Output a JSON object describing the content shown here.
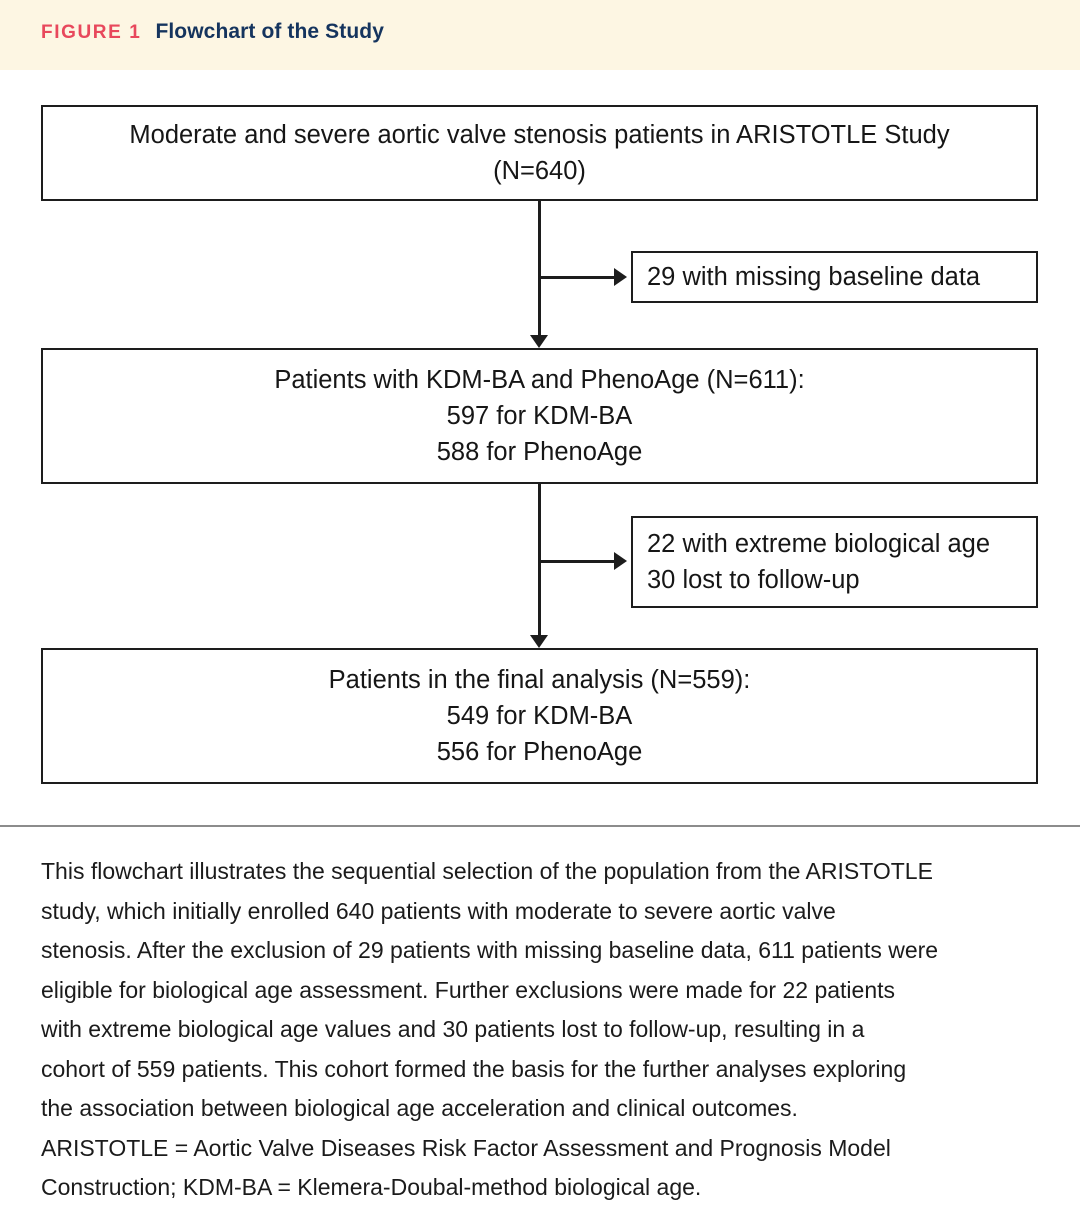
{
  "header": {
    "figure_label": "FIGURE 1",
    "figure_title": "Flowchart of the Study",
    "label_color": "#e8485c",
    "title_color": "#15345e",
    "background_color": "#fdf6e3"
  },
  "flowchart": {
    "type": "diagram",
    "orientation": "top-to-bottom",
    "stroke_color": "#1d1d1d",
    "box_fill": "#ffffff",
    "nodes": [
      {
        "id": "box-population",
        "role": "main",
        "align": "center",
        "lines": [
          "Moderate and severe aortic valve stenosis patients in ARISTOTLE Study",
          "(N=640)"
        ]
      },
      {
        "id": "box-excl-1",
        "role": "exclusion",
        "align": "left",
        "lines": [
          "29 with missing baseline data"
        ]
      },
      {
        "id": "box-eligible",
        "role": "main",
        "align": "center",
        "lines": [
          "Patients with KDM-BA and PhenoAge (N=611):",
          "597 for KDM-BA",
          "588 for PhenoAge"
        ]
      },
      {
        "id": "box-excl-2",
        "role": "exclusion",
        "align": "left",
        "lines": [
          "22 with extreme biological age",
          "30 lost to follow-up"
        ]
      },
      {
        "id": "box-final",
        "role": "main",
        "align": "center",
        "lines": [
          "Patients in the final analysis (N=559):",
          "549 for KDM-BA",
          "556 for PhenoAge"
        ]
      }
    ],
    "edges": [
      {
        "from": "box-population",
        "to": "box-eligible",
        "marker": "arrow-down"
      },
      {
        "from": "box-population",
        "to": "box-excl-1",
        "marker": "arrow-right"
      },
      {
        "from": "box-eligible",
        "to": "box-final",
        "marker": "arrow-down"
      },
      {
        "from": "box-eligible",
        "to": "box-excl-2",
        "marker": "arrow-right"
      }
    ],
    "counts": {
      "enrolled": 640,
      "missing_baseline": 29,
      "eligible": 611,
      "eligible_kdm_ba": 597,
      "eligible_phenoage": 588,
      "extreme_biological_age": 22,
      "lost_to_follow_up": 30,
      "final": 559,
      "final_kdm_ba": 549,
      "final_phenoage": 556
    }
  },
  "caption": {
    "lines": [
      "This flowchart illustrates the sequential selection of the population from the ARISTOTLE",
      "study, which initially enrolled 640 patients with moderate to severe aortic valve",
      "stenosis. After the exclusion of 29 patients with missing baseline data, 611 patients were",
      "eligible for biological age assessment. Further exclusions were made for 22 patients",
      "with extreme biological age values and 30 patients lost to follow-up, resulting in a",
      "cohort of 559 patients. This cohort formed the basis for the further analyses exploring",
      "the association between biological age acceleration and clinical outcomes.",
      "ARISTOTLE = Aortic Valve Diseases Risk Factor Assessment and Prognosis Model",
      "Construction; KDM-BA = Klemera-Doubal-method biological age."
    ]
  }
}
